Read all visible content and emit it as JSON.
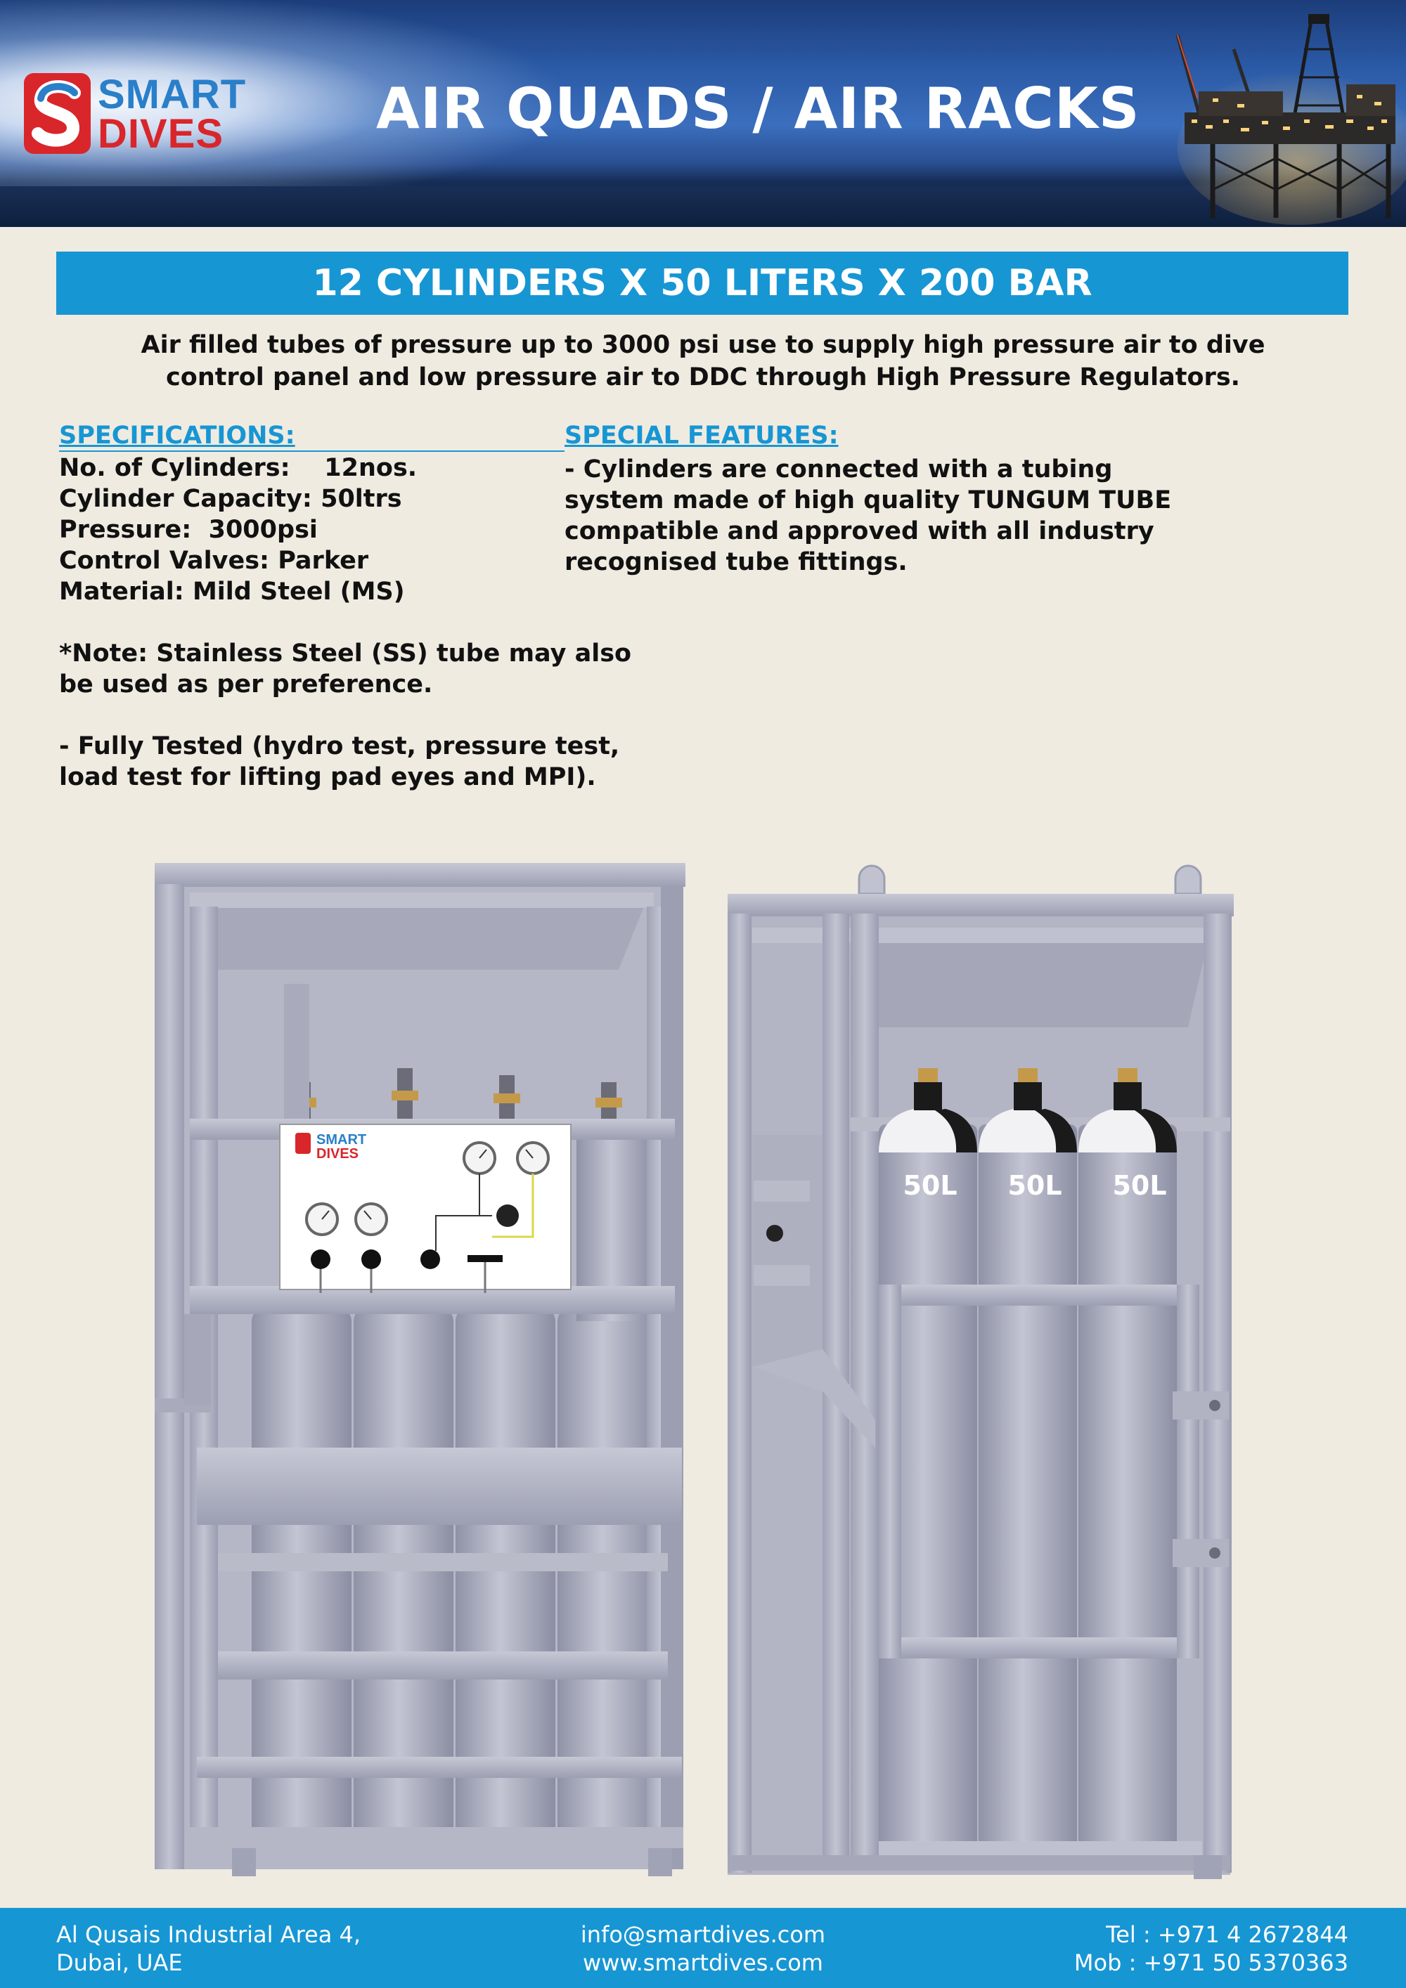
{
  "header": {
    "logo_line1": "SMART",
    "logo_line2": "DIVES",
    "title": "AIR QUADS / AIR RACKS"
  },
  "title_bar": "12 CYLINDERS X 50 LITERS X 200 BAR",
  "intro": [
    "Air filled tubes of pressure up to 3000 psi use to supply high pressure air to dive",
    "control panel and low pressure air to DDC through High Pressure Regulators."
  ],
  "specifications": {
    "heading": "SPECIFICATIONS:",
    "lines": [
      "No. of Cylinders:    12nos.",
      "Cylinder Capacity: 50ltrs",
      "Pressure:  3000psi",
      "Control Valves: Parker",
      "Material: Mild Steel (MS)"
    ],
    "note": [
      "*Note: Stainless Steel (SS) tube may also",
      "be used as per preference."
    ],
    "tested": [
      "- Fully Tested (hydro test, pressure test,",
      "load test for lifting pad eyes and MPI)."
    ]
  },
  "features": {
    "heading": "SPECIAL FEATURES:",
    "lines": [
      "- Cylinders are connected with a tubing",
      "system made of high quality TUNGUM TUBE",
      "compatible and approved with all industry",
      "recognised tube fittings."
    ]
  },
  "illustration": {
    "panel_logo_line1": "SMART",
    "panel_logo_line2": "DIVES",
    "cylinder_label": "50L"
  },
  "footer": {
    "address": [
      "Al Qusais Industrial Area 4,",
      "Dubai, UAE"
    ],
    "web": [
      "info@smartdives.com",
      "www.smartdives.com"
    ],
    "phone": [
      "Tel : +971 4 2672844",
      "Mob : +971 50 5370363"
    ]
  },
  "colors": {
    "accent": "#1796d4",
    "logo_blue": "#2a7fc9",
    "logo_red": "#d9262b",
    "background": "#efebe1",
    "frame": "#a9abbd"
  }
}
